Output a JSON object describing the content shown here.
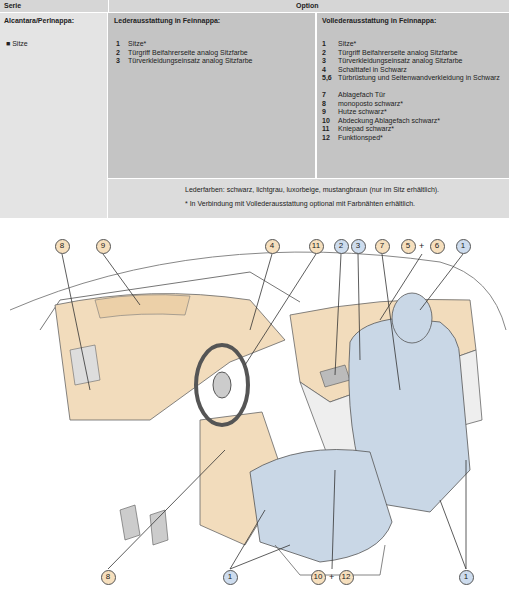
{
  "diagram": {
    "nodes": [
      {
        "text": [
          "8"
        ]
      },
      {
        "text": [
          "9"
        ]
      },
      {
        "text": [
          "4"
        ]
      },
      {
        "text": [
          "11"
        ]
      },
      {
        "text": [
          "2"
        ]
      },
      {
        "text": [
          "3"
        ]
      },
      {
        "text": [
          "7"
        ]
      },
      {
        "text": [
          "5"
        ]
      },
      {
        "text": [
          "6"
        ]
      },
      {
        "text": [
          "1"
        ]
      },
      {
        "text": [
          "8"
        ]
      },
      {
        "text": [
          "1"
        ]
      },
      {
        "text": [
          "10"
        ]
      },
      {
        "text": [
          "12"
        ]
      },
      {
        "text": [
          "1"
        ]
      }
    ],
    "labels": [
      "Serie",
      "Option",
      "Alcantara/Perlnappa:",
      "■ Sitze",
      "Lederausstattung in Feinnappa:",
      "1",
      "Sitze*",
      "2",
      "Türgriff Beifahrerseite analog Sitzfarbe",
      "3",
      "Türverkleidungseinsatz analog Sitzfarbe",
      "Vollederausstattung in Feinnappa:",
      "1",
      "Sitze*",
      "2",
      "Türgriff Beifahrerseite analog Sitzfarbe",
      "3",
      "Türverkleidungseinsatz analog Sitzfarbe",
      "4",
      "Schalttafel in Schwarz",
      "5,6",
      "Türbrüstung und Seitenwandverkleidung in Schwarz",
      "7",
      "Ablagefach Tür",
      "8",
      "monoposto schwarz*",
      "9",
      "Hutze schwarz*",
      "10",
      "Abdeckung Ablagefach schwarz*",
      "11",
      "Kniepad schwarz*",
      "12",
      "Funktionsped*",
      "Lederfarben: schwarz, lichtgrau, luxorbeige, mustangbraun (nur im Sitz erhältlich).",
      "* In Verbindung mit Vollederausstattung optional mit Farbnähten erhältlich.",
      "+",
      "+"
    ]
  }
}
